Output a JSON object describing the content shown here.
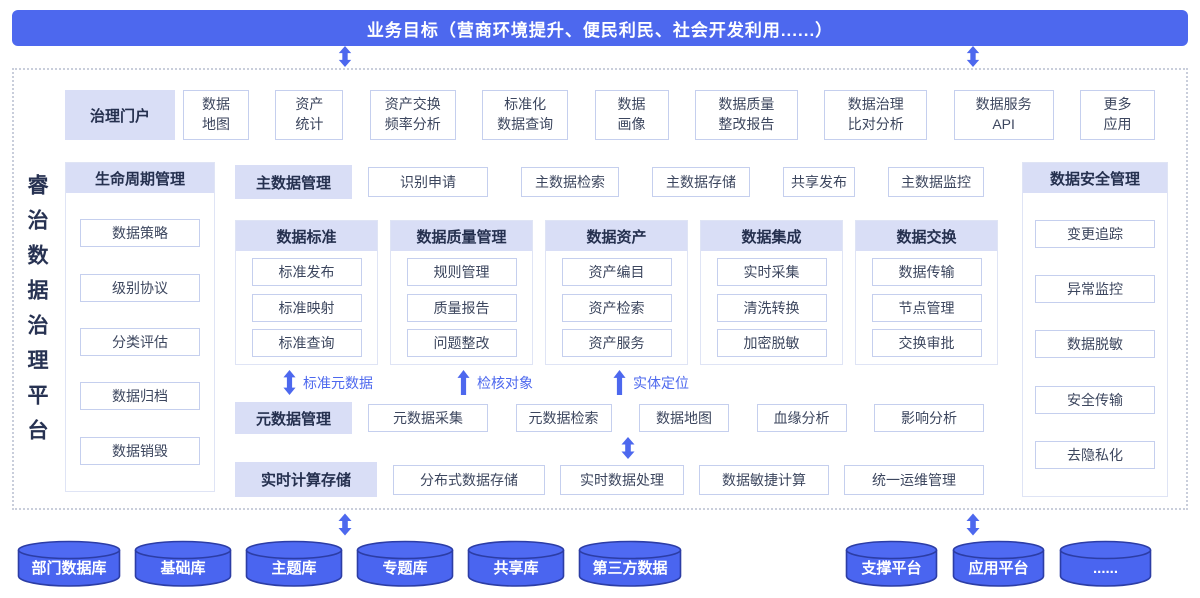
{
  "colors": {
    "accent": "#4d68ee",
    "lavender": "#d9def6",
    "cylinder_fill": "#4a65f0",
    "cylinder_stroke": "#2c3da5",
    "heading_text": "#25304f",
    "item_text": "#3c465e"
  },
  "banner": {
    "title": "业务目标（营商环境提升、便民利民、社会开发利用......）"
  },
  "platform_title": "睿治数据治理平台",
  "portal": {
    "header": "治理门户",
    "items": [
      "数据\n地图",
      "资产\n统计",
      "资产交换\n频率分析",
      "标准化\n数据查询",
      "数据\n画像",
      "数据质量\n整改报告",
      "数据治理\n比对分析",
      "数据服务\nAPI",
      "更多\n应用"
    ]
  },
  "lifecycle": {
    "header": "生命周期管理",
    "items": [
      "数据策略",
      "级别协议",
      "分类评估",
      "数据归档",
      "数据销毁"
    ]
  },
  "master": {
    "header": "主数据管理",
    "items": [
      "识别申请",
      "主数据检索",
      "主数据存储",
      "共享发布",
      "主数据监控"
    ]
  },
  "columns": [
    {
      "header": "数据标准",
      "items": [
        "标准发布",
        "标准映射",
        "标准查询"
      ]
    },
    {
      "header": "数据质量管理",
      "items": [
        "规则管理",
        "质量报告",
        "问题整改"
      ]
    },
    {
      "header": "数据资产",
      "items": [
        "资产编目",
        "资产检索",
        "资产服务"
      ]
    },
    {
      "header": "数据集成",
      "items": [
        "实时采集",
        "清洗转换",
        "加密脱敏"
      ]
    },
    {
      "header": "数据交换",
      "items": [
        "数据传输",
        "节点管理",
        "交换审批"
      ]
    }
  ],
  "flow_labels": [
    "标准元数据",
    "检核对象",
    "实体定位"
  ],
  "metadata": {
    "header": "元数据管理",
    "items": [
      "元数据采集",
      "元数据检索",
      "数据地图",
      "血缘分析",
      "影响分析"
    ]
  },
  "realtime": {
    "header": "实时计算存储",
    "items": [
      "分布式数据存储",
      "实时数据处理",
      "数据敏捷计算",
      "统一运维管理"
    ]
  },
  "security": {
    "header": "数据安全管理",
    "items": [
      "变更追踪",
      "异常监控",
      "数据脱敏",
      "安全传输",
      "去隐私化"
    ]
  },
  "databases": {
    "left": [
      "部门数据库",
      "基础库",
      "主题库",
      "专题库",
      "共享库",
      "第三方数据"
    ],
    "right": [
      "支撑平台",
      "应用平台",
      "......"
    ]
  }
}
